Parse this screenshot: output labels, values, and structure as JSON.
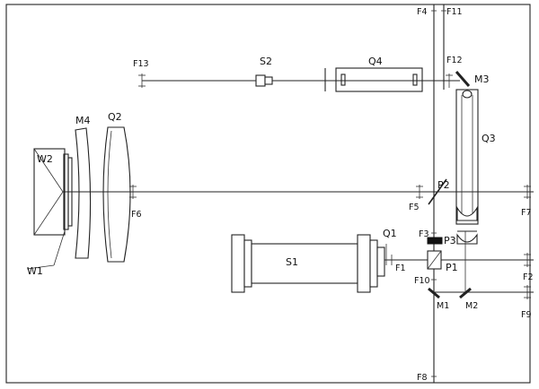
{
  "labels": {
    "F1": "F1",
    "F2": "F2",
    "F3": "F3",
    "F4": "F4",
    "F5": "F5",
    "F6": "F6",
    "F7": "F7",
    "F8": "F8",
    "F9": "F9",
    "F10": "F10",
    "F11": "F11",
    "F12": "F12",
    "F13": "F13",
    "S1": "S1",
    "S2": "S2",
    "Q1": "Q1",
    "Q2": "Q2",
    "Q3": "Q3",
    "Q4": "Q4",
    "M1": "M1",
    "M2": "M2",
    "M3": "M3",
    "M4": "M4",
    "P1": "P1",
    "P2": "P2",
    "P3": "P3",
    "W1": "W1",
    "W2": "W2"
  }
}
